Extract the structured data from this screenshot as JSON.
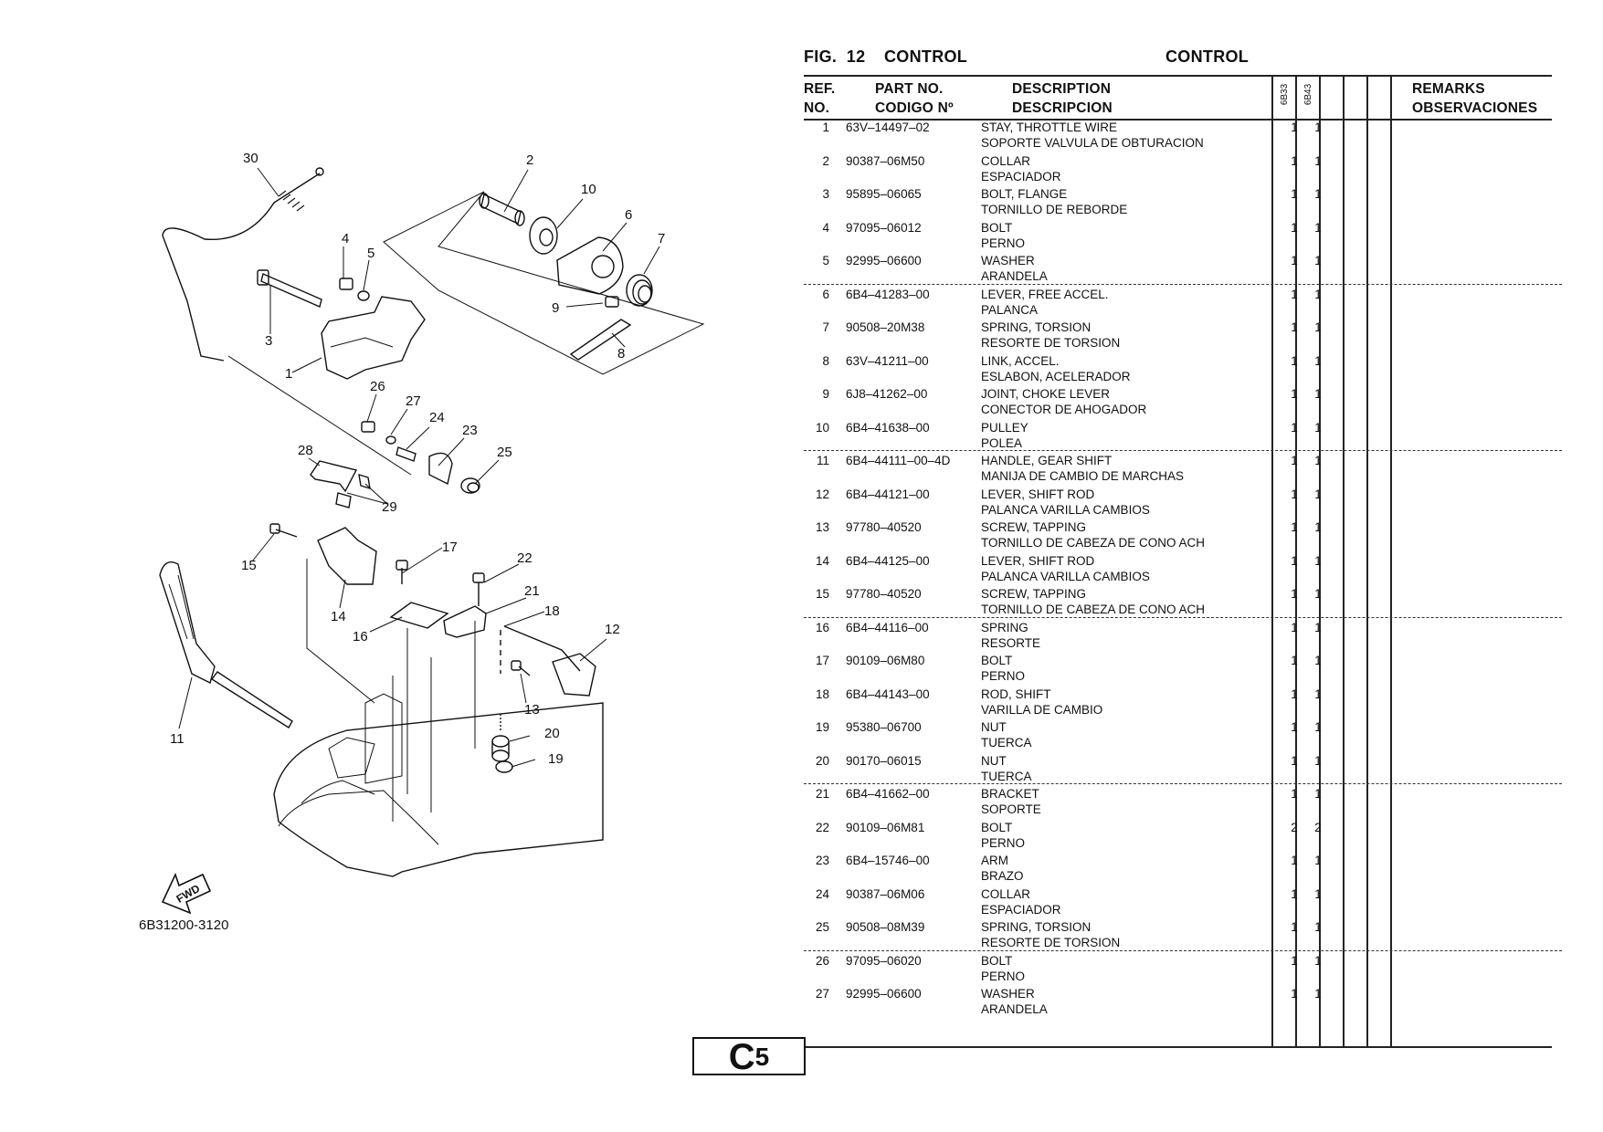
{
  "header": {
    "fig_label": "FIG.  12",
    "fig_title": "CONTROL",
    "fig_title_es": "CONTROL",
    "col_ref_1": "REF.",
    "col_ref_2": "NO.",
    "col_part_1": "PART NO.",
    "col_part_2": "CODIGO Nº",
    "col_desc_1": "DESCRIPTION",
    "col_desc_2": "DESCRIPCION",
    "col_model_1": "6B33",
    "col_model_2": "6B43",
    "col_rem_1": "REMARKS",
    "col_rem_2": "OBSERVACIONES"
  },
  "parts": [
    {
      "ref": "1",
      "part": "63V–14497–02",
      "desc_en": "STAY, THROTTLE WIRE",
      "desc_es": "SOPORTE VALVULA DE OBTURACION",
      "q1": "1",
      "q2": "1"
    },
    {
      "ref": "2",
      "part": "90387–06M50",
      "desc_en": "COLLAR",
      "desc_es": "ESPACIADOR",
      "q1": "1",
      "q2": "1"
    },
    {
      "ref": "3",
      "part": "95895–06065",
      "desc_en": "BOLT, FLANGE",
      "desc_es": "TORNILLO DE REBORDE",
      "q1": "1",
      "q2": "1"
    },
    {
      "ref": "4",
      "part": "97095–06012",
      "desc_en": "BOLT",
      "desc_es": "PERNO",
      "q1": "1",
      "q2": "1"
    },
    {
      "ref": "5",
      "part": "92995–06600",
      "desc_en": "WASHER",
      "desc_es": "ARANDELA",
      "q1": "1",
      "q2": "1"
    },
    {
      "ref": "6",
      "part": "6B4–41283–00",
      "desc_en": "LEVER, FREE ACCEL.",
      "desc_es": "PALANCA",
      "q1": "1",
      "q2": "1"
    },
    {
      "ref": "7",
      "part": "90508–20M38",
      "desc_en": "SPRING, TORSION",
      "desc_es": "RESORTE  DE TORSION",
      "q1": "1",
      "q2": "1"
    },
    {
      "ref": "8",
      "part": "63V–41211–00",
      "desc_en": "LINK, ACCEL.",
      "desc_es": "ESLABON, ACELERADOR",
      "q1": "1",
      "q2": "1"
    },
    {
      "ref": "9",
      "part": "6J8–41262–00",
      "desc_en": "JOINT, CHOKE LEVER",
      "desc_es": "CONECTOR DE AHOGADOR",
      "q1": "1",
      "q2": "1"
    },
    {
      "ref": "10",
      "part": "6B4–41638–00",
      "desc_en": "PULLEY",
      "desc_es": "POLEA",
      "q1": "1",
      "q2": "1"
    },
    {
      "ref": "11",
      "part": "6B4–44111–00–4D",
      "desc_en": "HANDLE, GEAR SHIFT",
      "desc_es": "MANIJA DE CAMBIO DE MARCHAS",
      "q1": "1",
      "q2": "1"
    },
    {
      "ref": "12",
      "part": "6B4–44121–00",
      "desc_en": "LEVER, SHIFT ROD",
      "desc_es": "PALANCA  VARILLA CAMBIOS",
      "q1": "1",
      "q2": "1"
    },
    {
      "ref": "13",
      "part": "97780–40520",
      "desc_en": "SCREW, TAPPING",
      "desc_es": "TORNILLO DE CABEZA DE CONO ACH",
      "q1": "1",
      "q2": "1"
    },
    {
      "ref": "14",
      "part": "6B4–44125–00",
      "desc_en": "LEVER, SHIFT ROD",
      "desc_es": "PALANCA  VARILLA CAMBIOS",
      "q1": "1",
      "q2": "1"
    },
    {
      "ref": "15",
      "part": "97780–40520",
      "desc_en": "SCREW, TAPPING",
      "desc_es": "TORNILLO DE CABEZA DE CONO ACH",
      "q1": "1",
      "q2": "1"
    },
    {
      "ref": "16",
      "part": "6B4–44116–00",
      "desc_en": "SPRING",
      "desc_es": "RESORTE",
      "q1": "1",
      "q2": "1"
    },
    {
      "ref": "17",
      "part": "90109–06M80",
      "desc_en": "BOLT",
      "desc_es": "PERNO",
      "q1": "1",
      "q2": "1"
    },
    {
      "ref": "18",
      "part": "6B4–44143–00",
      "desc_en": "ROD, SHIFT",
      "desc_es": "VARILLA DE CAMBIO",
      "q1": "1",
      "q2": "1"
    },
    {
      "ref": "19",
      "part": "95380–06700",
      "desc_en": "NUT",
      "desc_es": "TUERCA",
      "q1": "1",
      "q2": "1"
    },
    {
      "ref": "20",
      "part": "90170–06015",
      "desc_en": "NUT",
      "desc_es": "TUERCA",
      "q1": "1",
      "q2": "1"
    },
    {
      "ref": "21",
      "part": "6B4–41662–00",
      "desc_en": "BRACKET",
      "desc_es": "SOPORTE",
      "q1": "1",
      "q2": "1"
    },
    {
      "ref": "22",
      "part": "90109–06M81",
      "desc_en": "BOLT",
      "desc_es": "PERNO",
      "q1": "2",
      "q2": "2"
    },
    {
      "ref": "23",
      "part": "6B4–15746–00",
      "desc_en": "ARM",
      "desc_es": "BRAZO",
      "q1": "1",
      "q2": "1"
    },
    {
      "ref": "24",
      "part": "90387–06M06",
      "desc_en": "COLLAR",
      "desc_es": "ESPACIADOR",
      "q1": "1",
      "q2": "1"
    },
    {
      "ref": "25",
      "part": "90508–08M39",
      "desc_en": "SPRING, TORSION",
      "desc_es": "RESORTE  DE TORSION",
      "q1": "1",
      "q2": "1"
    },
    {
      "ref": "26",
      "part": "97095–06020",
      "desc_en": "BOLT",
      "desc_es": "PERNO",
      "q1": "1",
      "q2": "1"
    },
    {
      "ref": "27",
      "part": "92995–06600",
      "desc_en": "WASHER",
      "desc_es": "ARANDELA",
      "q1": "1",
      "q2": "1"
    }
  ],
  "diagram": {
    "code": "6B31200-3120",
    "fwd_label": "FWD",
    "callouts": [
      "30",
      "2",
      "10",
      "6",
      "7",
      "4",
      "5",
      "3",
      "9",
      "8",
      "1",
      "26",
      "27",
      "24",
      "23",
      "25",
      "28",
      "29",
      "17",
      "22",
      "15",
      "21",
      "18",
      "14",
      "16",
      "12",
      "13",
      "20",
      "19",
      "11"
    ]
  },
  "page_badge": {
    "letter": "C",
    "number": "5"
  }
}
